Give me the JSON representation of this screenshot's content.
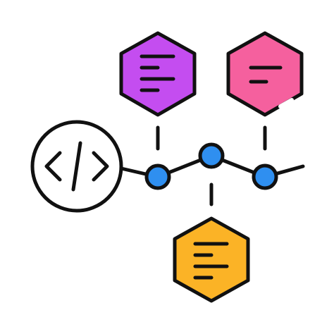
{
  "icon": {
    "name": "code-workflow-icon",
    "colors": {
      "stroke": "#111111",
      "background": "#ffffff",
      "node_fill": "#2f8ff0",
      "hex_top_left": "#c44df0",
      "hex_top_right": "#f5609e",
      "hex_bottom": "#fbb326"
    },
    "elements": [
      "code-circle-icon",
      "workflow-line",
      "connector-node",
      "document-hexagon-purple",
      "document-hexagon-pink",
      "document-hexagon-orange"
    ]
  }
}
